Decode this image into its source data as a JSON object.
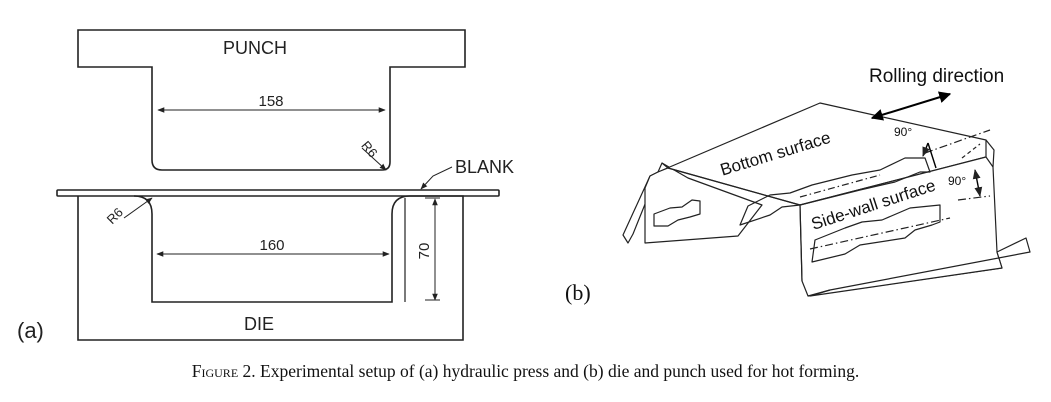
{
  "panel_a": {
    "label": "(a)",
    "punch_label": "PUNCH",
    "die_label": "DIE",
    "blank_label": "BLANK",
    "punch_width": "158",
    "die_width": "160",
    "die_depth": "70",
    "punch_radius": "R6",
    "die_radius": "R6"
  },
  "panel_b": {
    "label": "(b)",
    "rolling_direction": "Rolling direction",
    "bottom_surface": "Bottom surface",
    "sidewall_surface": "Side-wall surface",
    "angle_bottom": "90°",
    "angle_side": "90°"
  },
  "caption": {
    "figure_label": "Figure 2.",
    "text": "Experimental setup of (a) hydraulic press and (b) die and punch used for hot forming."
  }
}
